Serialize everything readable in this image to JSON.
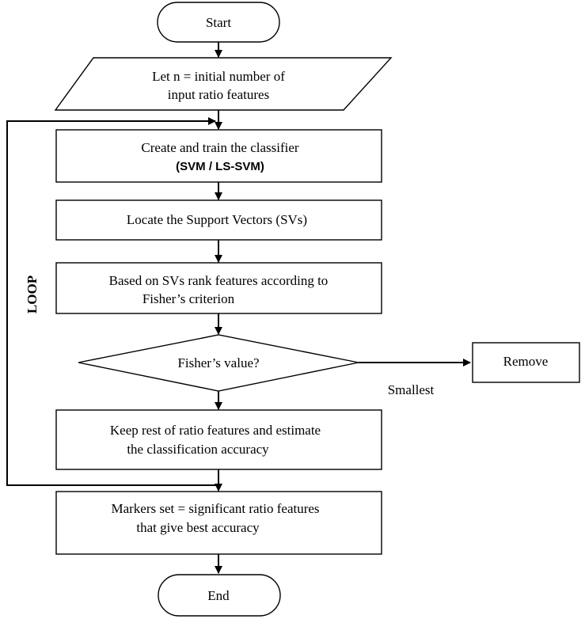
{
  "nodes": {
    "start": "Start",
    "init": [
      "Let n = initial number of",
      "input ratio features"
    ],
    "create": [
      "Create and train the classifier",
      "(SVM / LS-SVM)"
    ],
    "locate": "Locate the Support Vectors (SVs)",
    "rank": [
      "Based on SVs rank features according to",
      "Fisher’s criterion"
    ],
    "decision": "Fisher’s value?",
    "remove": "Remove",
    "keep": [
      "Keep rest of ratio features and estimate",
      "the classification accuracy"
    ],
    "markers": [
      "Markers set = significant ratio features",
      "that give best accuracy"
    ],
    "end": "End"
  },
  "edge_labels": {
    "smallest": "Smallest",
    "loop": "LOOP"
  }
}
